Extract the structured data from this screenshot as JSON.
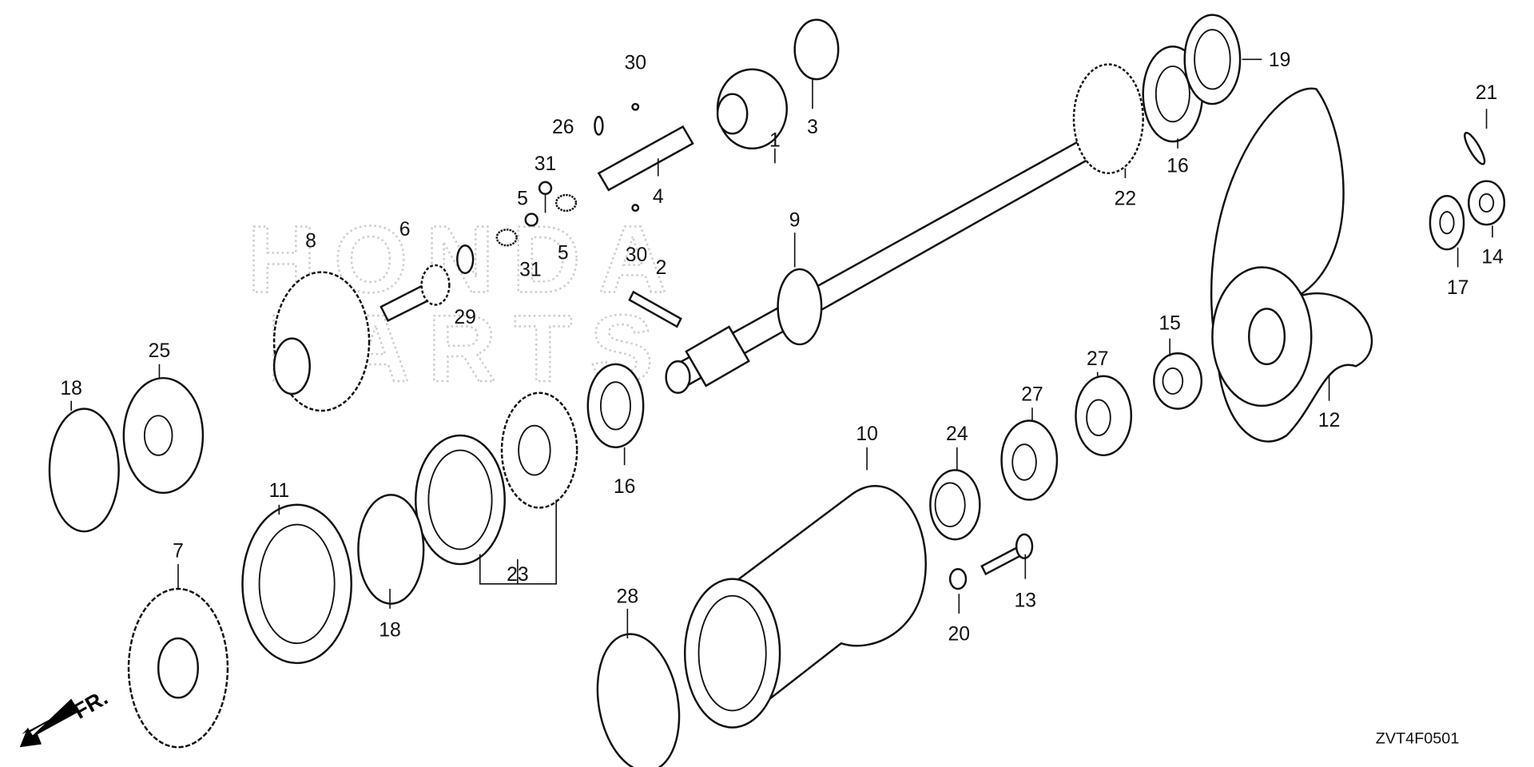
{
  "diagram": {
    "code": "ZVT4F0501",
    "direction_label": "FR.",
    "watermark": [
      "HONDA",
      "PARTS"
    ],
    "callouts": {
      "c30a": "30",
      "c26": "26",
      "c31a": "31",
      "c5a": "5",
      "c4": "4",
      "c1": "1",
      "c3": "3",
      "c30b": "30",
      "c31b": "31",
      "c5b": "5",
      "c6": "6",
      "c8": "8",
      "c29": "29",
      "c2": "2",
      "c9": "9",
      "c22": "22",
      "c16a": "16",
      "c19": "19",
      "c21": "21",
      "c17": "17",
      "c14": "14",
      "c15": "15",
      "c27a": "27",
      "c27b": "27",
      "c12": "12",
      "c25": "25",
      "c18a": "18",
      "c16b": "16",
      "c10": "10",
      "c24": "24",
      "c11": "11",
      "c7": "7",
      "c18b": "18",
      "c23": "23",
      "c28": "28",
      "c20": "20",
      "c13": "13"
    }
  }
}
